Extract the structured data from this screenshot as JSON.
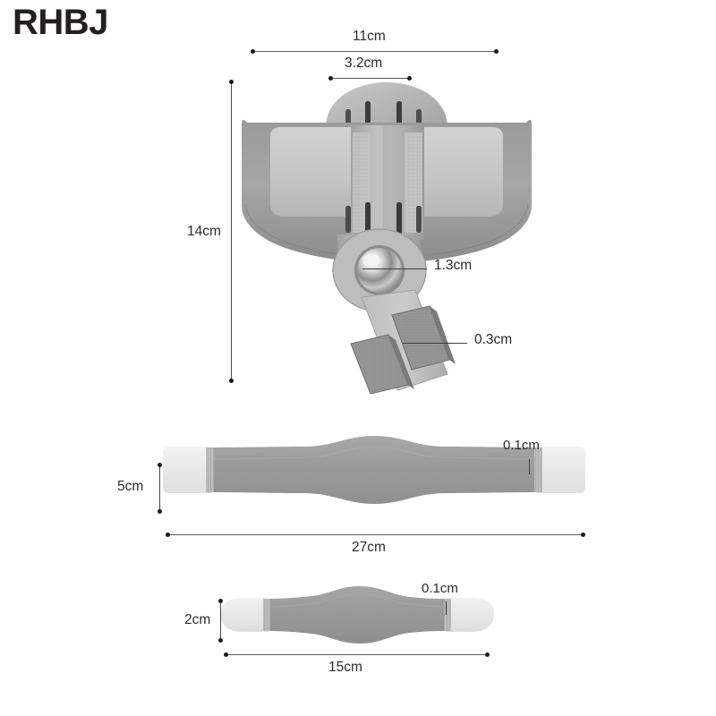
{
  "brand": {
    "name": "RHBJ"
  },
  "product": {
    "type": "bunion-corrector-toe-splint",
    "figures": [
      {
        "id": "main-brace",
        "name": "hallux valgus splint assembled view"
      },
      {
        "id": "long-strap",
        "name": "long elastic fastening strap"
      },
      {
        "id": "short-strap",
        "name": "short elastic fastening strap"
      }
    ]
  },
  "dimensions": {
    "main": {
      "width": "11cm",
      "hinge_width": "3.2cm",
      "height": "14cm",
      "button": "1.3cm",
      "toe_loop": "0.3cm"
    },
    "long_strap": {
      "length": "27cm",
      "width": "5cm",
      "thickness": "0.1cm"
    },
    "short_strap": {
      "length": "15cm",
      "width": "2cm",
      "thickness": "0.1cm"
    }
  },
  "colors": {
    "background": "#ffffff",
    "brand_text": "#231f20",
    "dim_line": "#5a5a5a",
    "dim_text": "#2b2b2b",
    "strap_grey": "#9b9b9b",
    "strap_light": "#e9e9e9",
    "brace_grey": "#a9a9a9",
    "brace_pad": "#c8c8c8",
    "foam_loop": "#8e8e8e",
    "button_chrome": "#b9b9b9"
  }
}
